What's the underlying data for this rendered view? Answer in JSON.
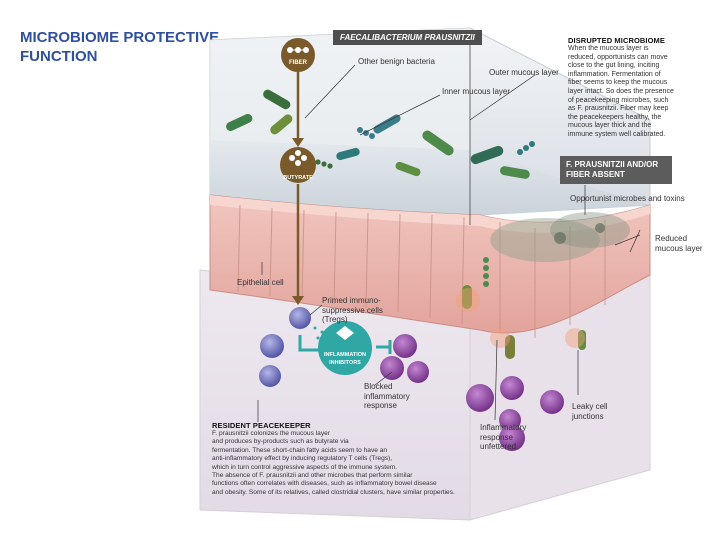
{
  "title": "MICROBIOME PROTECTIVE FUNCTION",
  "banner": "FAECALIBACTERIUM PRAUSNITZII",
  "badges": {
    "fiber": "FIBER",
    "butyrate": "BUTYRATE",
    "inflammation_inhibitors": "INFLAMMATION INHIBITORS"
  },
  "labels": {
    "other_benign": "Other benign bacteria",
    "outer_mucous": "Outer mucous layer",
    "inner_mucous": "Inner mucous layer",
    "epithelial": "Epithelial cell",
    "primed_cells": "Primed immuno-suppressive cells (Tregs)",
    "blocked_response": "Blocked inflammatory response",
    "opportunist": "Opportunist microbes and toxins",
    "reduced_mucous": "Reduced mucous layer",
    "leaky_junctions": "Leaky cell junctions",
    "inflammatory_unfettered": "Inflammatory response unfettered"
  },
  "disrupted": {
    "heading": "DISRUPTED MICROBIOME",
    "lines": [
      "When the mucous layer is",
      "reduced, opportunists can move",
      "close to the gut lining, inciting",
      "inflammation. Fermentation of",
      "fiber seems to keep the mucous",
      "layer intact. So does the presence",
      "of peacekeeping microbes, such",
      "as F. prausnitzii. Fiber may keep",
      "the peacekeepers healthy, the",
      "mucous layer thick and the",
      "immune system well calibrated."
    ]
  },
  "absent_box": "F. PRAUSNITZII AND/OR FIBER ABSENT",
  "resident": {
    "heading": "RESIDENT PEACEKEEPER",
    "lines": [
      "F. prausnitzii colonizes the mucous layer",
      "and produces by-products such as butyrate via",
      "fermentation. These short-chain fatty acids seem to have an",
      "anti-inflammatory effect by inducing regulatory T cells (Tregs),",
      "which in turn control aggressive aspects of the immune system.",
      "The absence of F. prausnitzii and other microbes that perform similar",
      "functions often correlates with diseases, such as inflammatory bowel disease",
      "and obesity. Some of its relatives, called clostridial clusters, have similar properties."
    ]
  },
  "colors": {
    "title_blue": "#2f4f9f",
    "badge_brown": "#7a5a2a",
    "teal": "#2ea7a5",
    "tissue_pink": "#e7b3ad",
    "bacteria_green": "#4e8a4a"
  }
}
